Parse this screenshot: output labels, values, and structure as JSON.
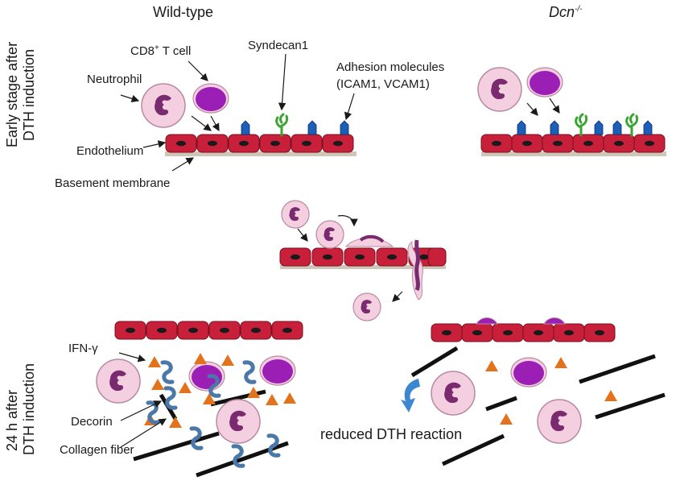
{
  "columns": {
    "wild_type": "Wild-type",
    "knockout": "Dcn",
    "knockout_sup": "-/-"
  },
  "rows": {
    "early": [
      "Early stage after",
      "DTH induction"
    ],
    "late": [
      "24 h after",
      "DTH induction"
    ]
  },
  "labels": {
    "cd8_main": "CD8",
    "cd8_sup": "+",
    "cd8_rest": " T cell",
    "syndecan": "Syndecan1",
    "adhesion_1": "Adhesion molecules",
    "adhesion_2": "(ICAM1, VCAM1)",
    "neutrophil": "Neutrophil",
    "endothelium": "Endothelium",
    "basement": "Basement membrane",
    "ifn": "IFN-γ",
    "decorin": "Decorin",
    "collagen": "Collagen fiber",
    "reduced": "reduced DTH reaction"
  },
  "colors": {
    "endothelium_red": "#c8203a",
    "nucleus": "#1a1a1a",
    "neutrophil_fill": "#f4cfe0",
    "neutrophil_nucleus": "#7a2a6e",
    "tcell_fill": "#9b1fb5",
    "adhesion_blue": "#1c5fb8",
    "syndecan_green": "#3aa532",
    "ifn_orange": "#e3721c",
    "decorin_blue": "#4a78a8",
    "arrow_blue": "#3d86d0",
    "collagen": "#111111"
  }
}
